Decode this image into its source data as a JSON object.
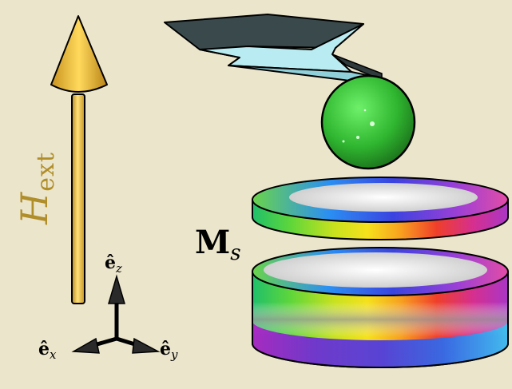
{
  "labels": {
    "field": {
      "symbol": "H",
      "subscript": "ext"
    },
    "magnetization": {
      "symbol": "M",
      "subscript": "s"
    },
    "axis_z": {
      "symbol": "ê",
      "subscript": "z"
    },
    "axis_x": {
      "symbol": "ê",
      "subscript": "x"
    },
    "axis_y": {
      "symbol": "ê",
      "subscript": "y"
    }
  },
  "colors": {
    "background": "#ebe5cc",
    "field_arrow": "#f2c233",
    "field_label": "#b08e2a",
    "cantilever_top": "#3a4a4c",
    "cantilever_face": "#b9ecf2",
    "tip_sphere": "#35c23a",
    "disk_face": "#d4d4d4",
    "axis_arrows": "#2a2a2a"
  },
  "icons": [
    "field-arrow",
    "cantilever",
    "magnetic-tip-sphere",
    "upper-disk",
    "lower-disk",
    "coordinate-axes"
  ]
}
